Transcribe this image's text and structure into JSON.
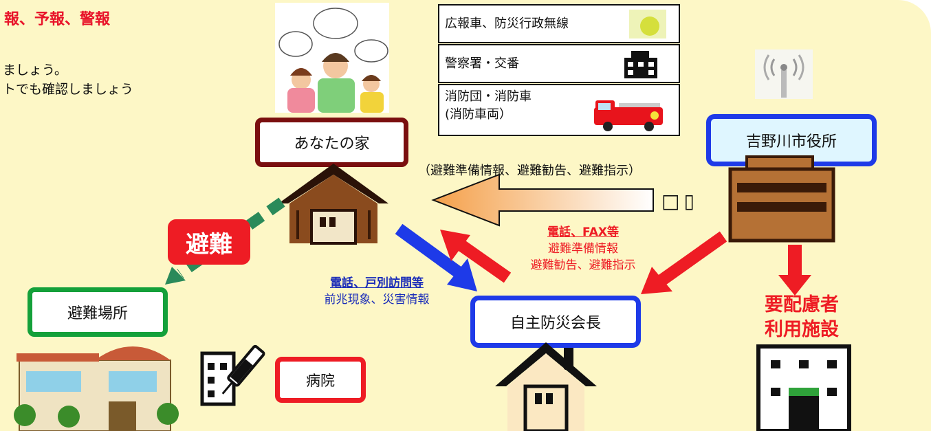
{
  "title": "報、予報、警報",
  "notes": [
    "ましょう。",
    "トでも確認しましょう"
  ],
  "boxes": {
    "evac_site": "避難場所",
    "your_home": "あなたの家",
    "city_office": "吉野川市役所",
    "leader": "自主防災会長",
    "hospital": "病院",
    "evacuate": "避難"
  },
  "legend": {
    "row1": "広報車、防災行政無線",
    "row2": "警察署・交番",
    "row3_line1": "消防団・消防車",
    "row3_line2": "(消防車両）"
  },
  "paren_label": "（避難準備情報、避難勧告、避難指示）",
  "arrow_tail_glyphs": "□▯",
  "red_label": {
    "title": "電話、FAX等",
    "line1": "避難準備情報",
    "line2": "避難勧告、避難指示"
  },
  "blue_label": {
    "title": "電話、戸別訪問等",
    "line1": "前兆現象、災害情報"
  },
  "facility": {
    "line1": "要配慮者",
    "line2": "利用施設"
  },
  "colors": {
    "background": "#fdf7c6",
    "red": "#ee1c24",
    "blue": "#1e3ae8",
    "green": "#14a03a",
    "maroon": "#7a0f0f"
  }
}
